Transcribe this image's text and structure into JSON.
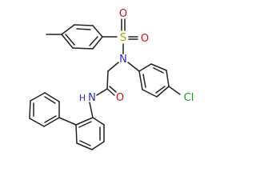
{
  "colors": {
    "bond": "#222222",
    "carbon": "#222222",
    "nitrogen": "#2a2acc",
    "oxygen": "#d01010",
    "sulfur": "#b8a000",
    "chlorine": "#1a9a1a",
    "background": "#ffffff"
  },
  "atoms": {
    "sulfur": "S",
    "sulfonyl_oxygen_1": "O",
    "sulfonyl_oxygen_2": "O",
    "sulfonamide_nitrogen": "N",
    "amide_nitrogen": "N",
    "amide_hydrogen": "H",
    "carbonyl_oxygen": "O",
    "chlorine": "Cl"
  }
}
